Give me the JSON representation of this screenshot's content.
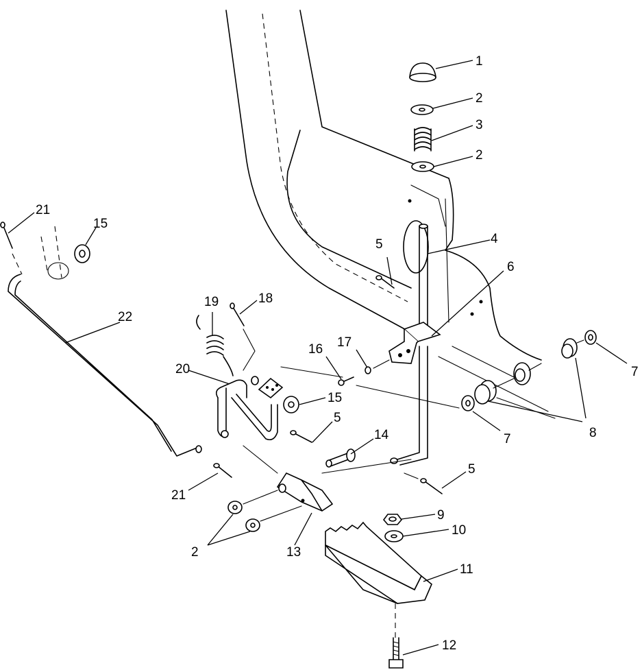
{
  "callouts": [
    {
      "label": "1"
    },
    {
      "label": "2"
    },
    {
      "label": "3"
    },
    {
      "label": "2"
    },
    {
      "label": "4"
    },
    {
      "label": "5"
    },
    {
      "label": "6"
    },
    {
      "label": "7"
    },
    {
      "label": "8"
    },
    {
      "label": "7"
    },
    {
      "label": "21"
    },
    {
      "label": "15"
    },
    {
      "label": "22"
    },
    {
      "label": "19"
    },
    {
      "label": "18"
    },
    {
      "label": "16"
    },
    {
      "label": "17"
    },
    {
      "label": "20"
    },
    {
      "label": "15"
    },
    {
      "label": "5"
    },
    {
      "label": "14"
    },
    {
      "label": "21"
    },
    {
      "label": "5"
    },
    {
      "label": "9"
    },
    {
      "label": "10"
    },
    {
      "label": "2"
    },
    {
      "label": "13"
    },
    {
      "label": "11"
    },
    {
      "label": "12"
    }
  ]
}
